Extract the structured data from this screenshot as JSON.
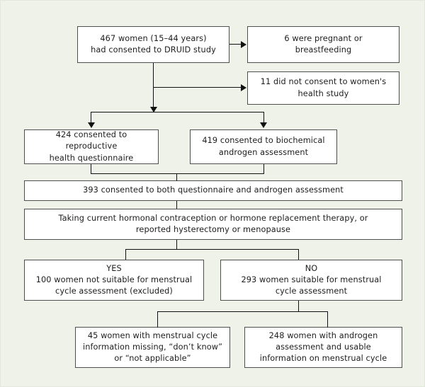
{
  "figure": {
    "type": "flowchart",
    "background_color": "#eef2e9",
    "box_fill": "#ffffff",
    "box_border_color": "#4f4f4f",
    "connector_color": "#111111"
  },
  "nodes": {
    "consented": "467 women (15–44 years)\nhad consented to DRUID study",
    "pregnant": "6 were pregnant or\nbreastfeeding",
    "no_consent": "11 did not consent to women's\nhealth study",
    "questionnaire": "424 consented to reproductive\nhealth questionnaire",
    "androgen": "419 consented to biochemical\nandrogen assessment",
    "both": "393 consented to both questionnaire and androgen assessment",
    "criteria": "Taking current hormonal contraception or hormone replacement therapy, or\nreported hysterectomy or menopause",
    "yes_branch": "YES\n100 women not suitable for menstrual\ncycle assessment (excluded)",
    "no_branch": "NO\n293 women suitable for menstrual\ncycle assessment",
    "missing_info": "45 women with menstrual cycle\ninformation missing, “don’t know”\nor “not applicable”",
    "usable_info": "248 women with androgen\nassessment and usable\ninformation on menstrual cycle"
  },
  "connectors": [
    {
      "name": "consented-to-split",
      "kind": "vertical-arrow"
    },
    {
      "name": "consented-to-pregnant",
      "kind": "horizontal-arrow"
    },
    {
      "name": "consented-to-no-consent",
      "kind": "horizontal-arrow"
    },
    {
      "name": "split-to-questionnaire",
      "kind": "elbow-arrow"
    },
    {
      "name": "split-to-androgen",
      "kind": "elbow-arrow"
    },
    {
      "name": "questionnaire-to-both",
      "kind": "merge"
    },
    {
      "name": "androgen-to-both",
      "kind": "merge"
    },
    {
      "name": "both-to-criteria",
      "kind": "vertical"
    },
    {
      "name": "criteria-to-yes",
      "kind": "elbow"
    },
    {
      "name": "criteria-to-no",
      "kind": "elbow"
    },
    {
      "name": "no-to-missing",
      "kind": "elbow"
    },
    {
      "name": "no-to-usable",
      "kind": "elbow"
    }
  ]
}
